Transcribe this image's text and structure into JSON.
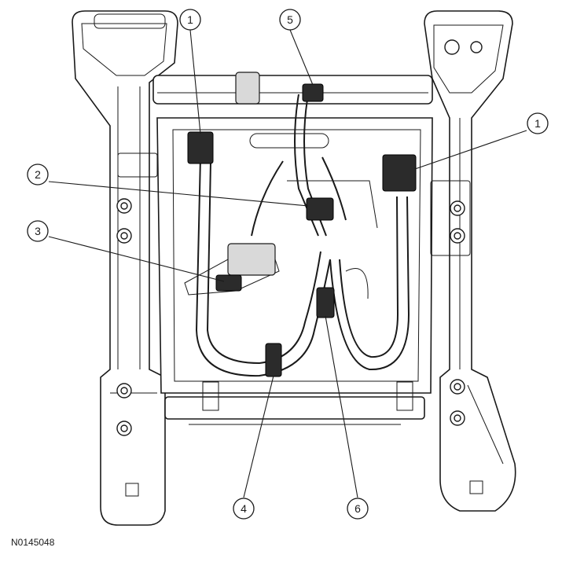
{
  "figure_id": "N0145048",
  "callouts": [
    {
      "label": "1"
    },
    {
      "label": "5"
    },
    {
      "label": "1"
    },
    {
      "label": "2"
    },
    {
      "label": "3"
    },
    {
      "label": "4"
    },
    {
      "label": "6"
    }
  ]
}
